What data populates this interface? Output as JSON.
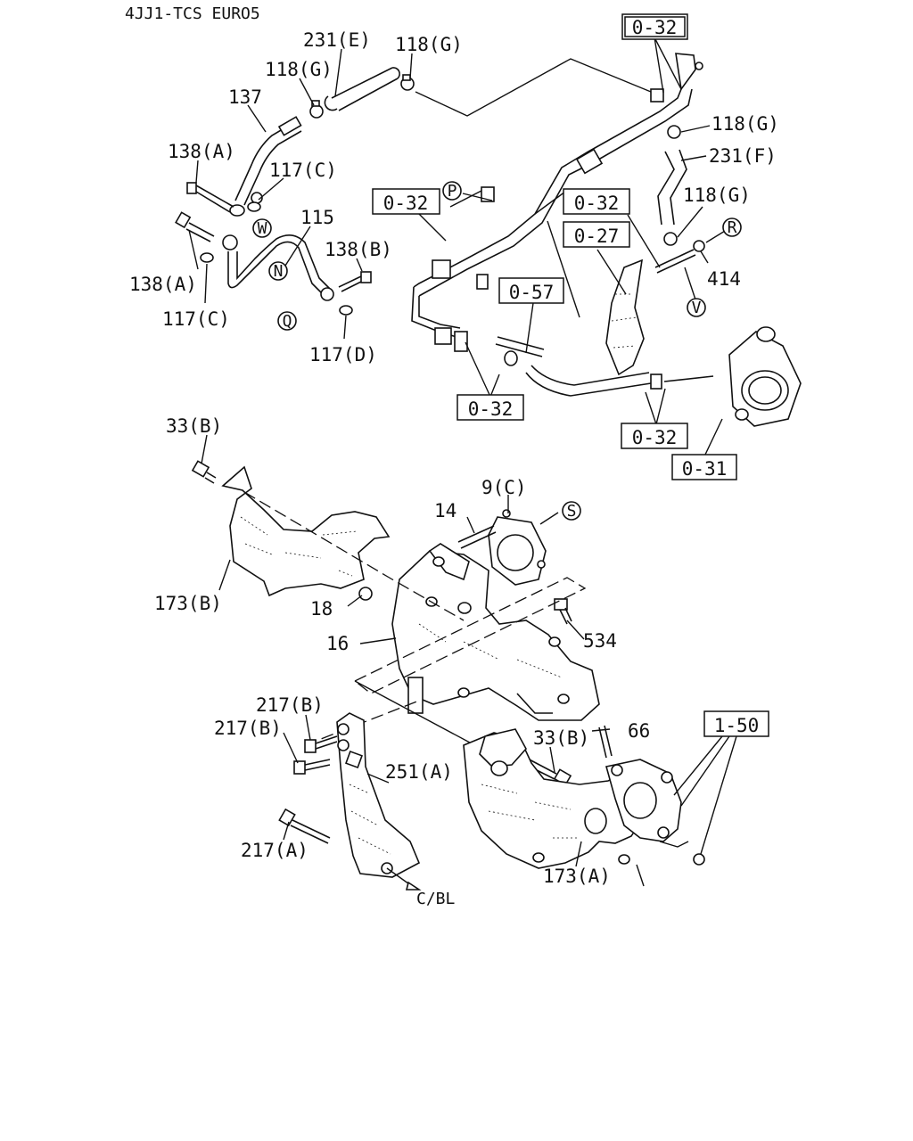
{
  "title": "4JJ1-TCS EURO5",
  "labels": {
    "l231e": "231(E)",
    "l118g_top": "118(G)",
    "l118g_left": "118(G)",
    "l137": "137",
    "l138a_top": "138(A)",
    "l117c_top": "117(C)",
    "l115": "115",
    "l138b": "138(B)",
    "l138a_left": "138(A)",
    "l117c_bot": "117(C)",
    "l117d": "117(D)",
    "l118g_r1": "118(G)",
    "l231f": "231(F)",
    "l118g_r2": "118(G)",
    "l414": "414",
    "l33b_top": "33(B)",
    "l9c": "9(C)",
    "l14": "14",
    "l173b": "173(B)",
    "l18": "18",
    "l16": "16",
    "l534": "534",
    "l217b_1": "217(B)",
    "l217b_2": "217(B)",
    "l33b_mid": "33(B)",
    "l66": "66",
    "l251a": "251(A)",
    "l217a": "217(A)",
    "l173a": "173(A)",
    "lcbl": "C/BL"
  },
  "boxes": {
    "b032_top": "0-32",
    "b032_left": "0-32",
    "b032_mid": "0-32",
    "b027": "0-27",
    "b057": "0-57",
    "b032_low": "0-32",
    "b032_right": "0-32",
    "b031": "0-31",
    "b150": "1-50"
  },
  "circles": {
    "c_w": "W",
    "c_n": "N",
    "c_q": "Q",
    "c_p": "P",
    "c_r": "R",
    "c_v": "V",
    "c_s": "S"
  }
}
